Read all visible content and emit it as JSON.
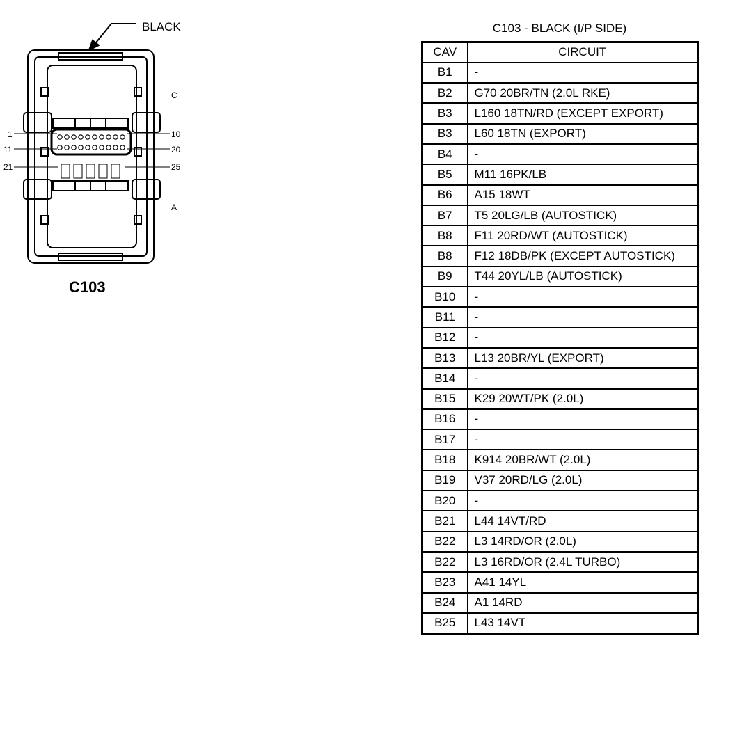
{
  "diagram": {
    "color_callout": "BLACK",
    "side_letters": [
      "C",
      "A"
    ],
    "pin_labels": [
      "1",
      "10",
      "11",
      "20",
      "21",
      "25"
    ],
    "connector_name": "C103"
  },
  "table": {
    "title": "C103 - BLACK (I/P SIDE)",
    "headers": [
      "CAV",
      "CIRCUIT"
    ],
    "rows": [
      {
        "cav": "B1",
        "circuit": "-"
      },
      {
        "cav": "B2",
        "circuit": "G70 20BR/TN (2.0L RKE)"
      },
      {
        "cav": "B3",
        "circuit": "L160 18TN/RD (EXCEPT EXPORT)"
      },
      {
        "cav": "B3",
        "circuit": "L60 18TN (EXPORT)"
      },
      {
        "cav": "B4",
        "circuit": "-"
      },
      {
        "cav": "B5",
        "circuit": "M11 16PK/LB"
      },
      {
        "cav": "B6",
        "circuit": "A15 18WT"
      },
      {
        "cav": "B7",
        "circuit": "T5 20LG/LB (AUTOSTICK)"
      },
      {
        "cav": "B8",
        "circuit": "F11 20RD/WT (AUTOSTICK)"
      },
      {
        "cav": "B8",
        "circuit": "F12 18DB/PK (EXCEPT AUTOSTICK)"
      },
      {
        "cav": "B9",
        "circuit": "T44 20YL/LB (AUTOSTICK)"
      },
      {
        "cav": "B10",
        "circuit": "-"
      },
      {
        "cav": "B11",
        "circuit": "-"
      },
      {
        "cav": "B12",
        "circuit": "-"
      },
      {
        "cav": "B13",
        "circuit": "L13 20BR/YL (EXPORT)"
      },
      {
        "cav": "B14",
        "circuit": "-"
      },
      {
        "cav": "B15",
        "circuit": "K29 20WT/PK (2.0L)"
      },
      {
        "cav": "B16",
        "circuit": "-"
      },
      {
        "cav": "B17",
        "circuit": "-"
      },
      {
        "cav": "B18",
        "circuit": "K914 20BR/WT (2.0L)"
      },
      {
        "cav": "B19",
        "circuit": "V37 20RD/LG (2.0L)"
      },
      {
        "cav": "B20",
        "circuit": "-"
      },
      {
        "cav": "B21",
        "circuit": "L44 14VT/RD"
      },
      {
        "cav": "B22",
        "circuit": "L3 14RD/OR (2.0L)"
      },
      {
        "cav": "B22",
        "circuit": "L3 16RD/OR (2.4L TURBO)"
      },
      {
        "cav": "B23",
        "circuit": "A41 14YL"
      },
      {
        "cav": "B24",
        "circuit": "A1 14RD"
      },
      {
        "cav": "B25",
        "circuit": "L43 14VT"
      }
    ]
  }
}
